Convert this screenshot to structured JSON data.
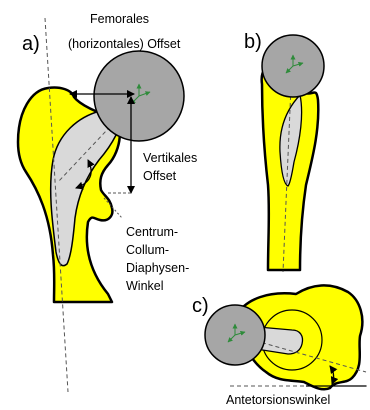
{
  "panels": {
    "a": {
      "label": "a)",
      "femoral_offset": [
        "Femorales",
        "(horizontales) Offset"
      ],
      "vertical_offset": [
        "Vertikales",
        "Offset"
      ],
      "ccd_angle": [
        "Centrum-",
        "Collum-",
        "Diaphysen-",
        "Winkel"
      ]
    },
    "b": {
      "label": "b)"
    },
    "c": {
      "label": "c)",
      "antetorsion": "Antetorsionswinkel"
    }
  },
  "colors": {
    "bone": "#ffff00",
    "medullary": "#d9d9d9",
    "femoral_head": "#a6a6a6",
    "outline": "#000000",
    "axis_marker": "#2e8b3a",
    "dashed_line": "#555555"
  }
}
